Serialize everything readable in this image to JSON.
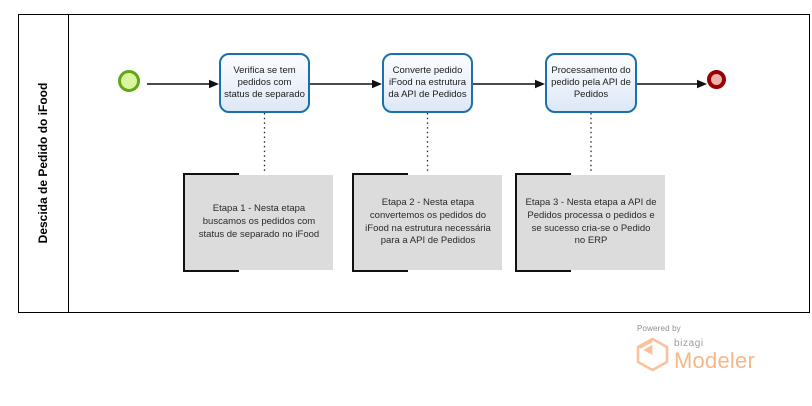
{
  "pool": {
    "lane_label": "Descida de Pedido do iFood"
  },
  "tasks": [
    {
      "label": "Verifica se tem pedidos com status de separado"
    },
    {
      "label": "Converte pedido iFood na estrutura da API de Pedidos"
    },
    {
      "label": "Processamento do pedido pela API de Pedidos"
    }
  ],
  "annotations": [
    {
      "label": "Etapa 1 - Nesta etapa buscamos os pedidos com status de separado no iFood"
    },
    {
      "label": "Etapa 2 - Nesta etapa convertemos os pedidos do iFood na estrutura necessária para a API de Pedidos"
    },
    {
      "label": "Etapa 3 - Nesta etapa a API de Pedidos processa o pedidos e se sucesso cria-se o Pedido no ERP"
    }
  ],
  "branding": {
    "powered_by": "Powered by",
    "brand_name": "bizagi",
    "product_name": "Modeler"
  },
  "colors": {
    "task_border": "#1a70ae",
    "task_fill": "#e9f1fa",
    "start_event_border": "#62a716",
    "start_event_fill": "#d9f5a0",
    "end_event_border": "#990000",
    "end_event_fill": "#eeafaf",
    "annotation_fill": "#dcdcdc",
    "brand_orange": "#f5b88c",
    "brand_gray": "#9b9b9b"
  }
}
